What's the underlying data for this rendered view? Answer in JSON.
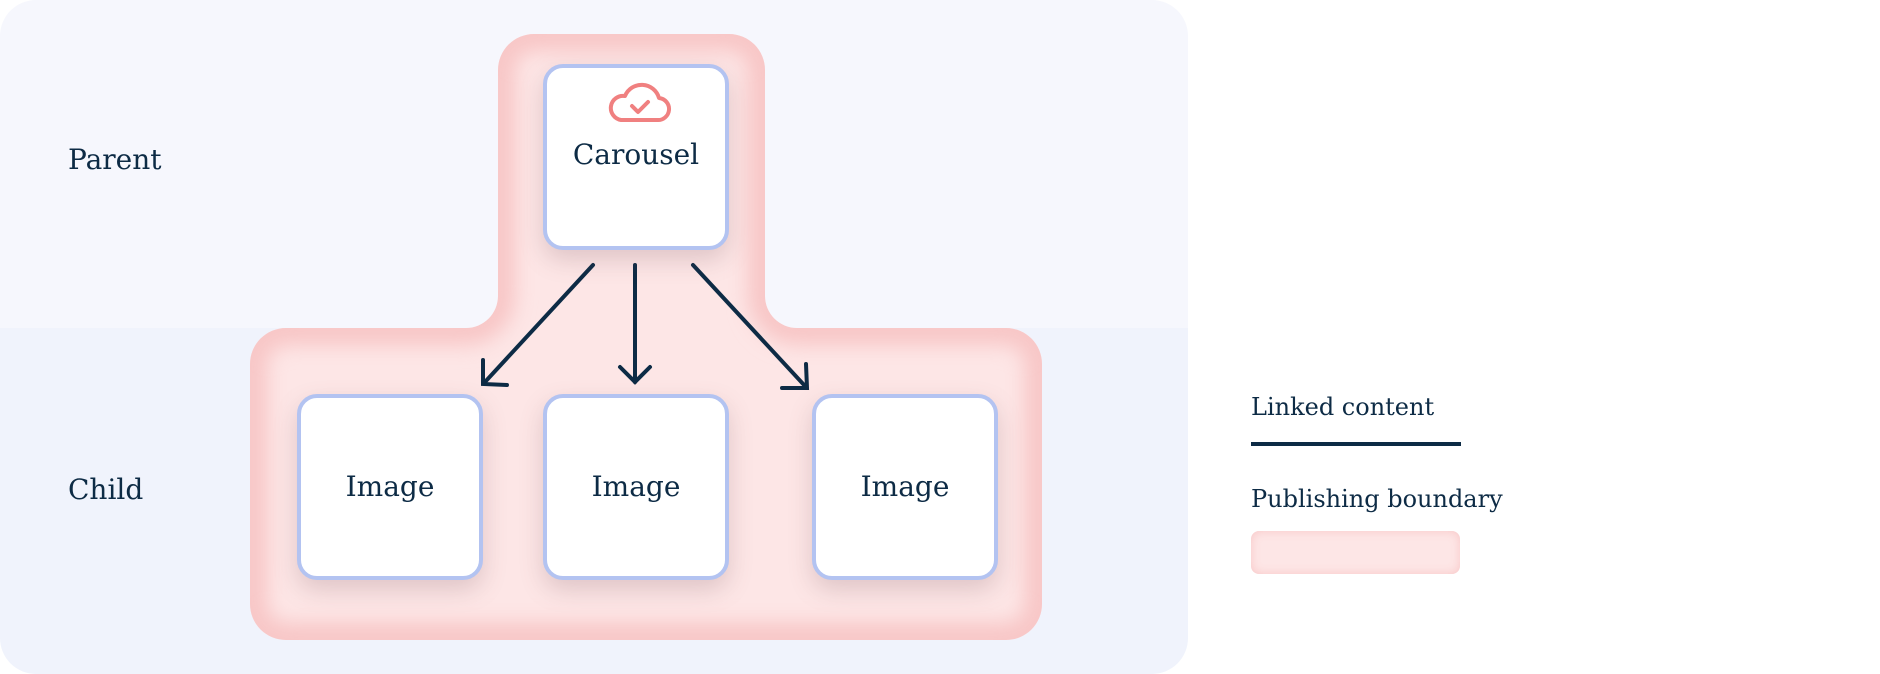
{
  "rows": {
    "parent": "Parent",
    "child": "Child"
  },
  "nodes": {
    "parent": {
      "label": "Carousel",
      "icon": "cloud-check-icon"
    },
    "children": [
      {
        "label": "Image"
      },
      {
        "label": "Image"
      },
      {
        "label": "Image"
      }
    ]
  },
  "legend": {
    "linked": "Linked content",
    "boundary": "Publishing boundary"
  },
  "colors": {
    "link": "#0d2b45",
    "boundary": "#fbdcdc",
    "node_border": "#b3c3f1",
    "icon": "#f08080"
  }
}
